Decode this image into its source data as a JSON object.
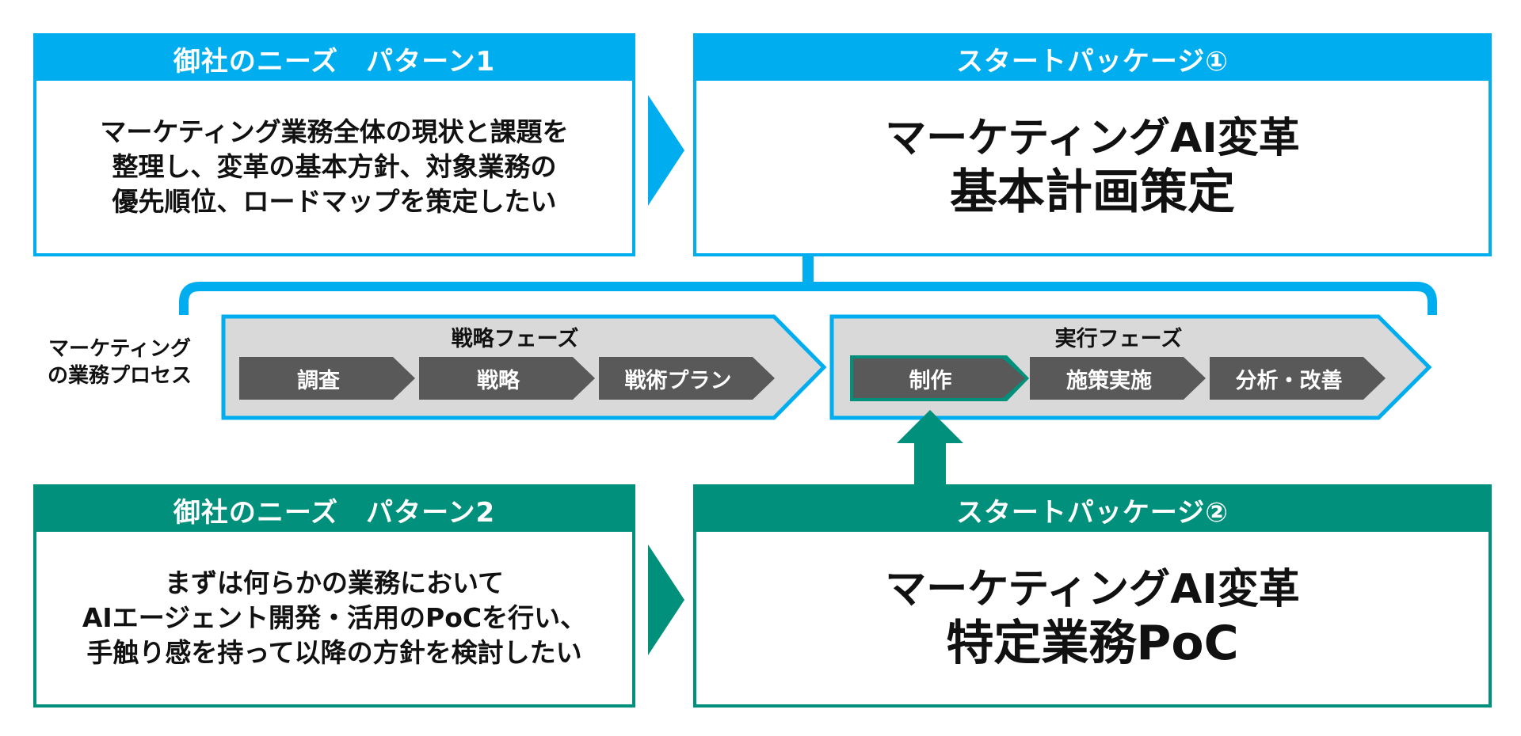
{
  "colors": {
    "blue": "#00aeef",
    "teal": "#00907c",
    "step_gray": "#595959",
    "phase_fill": "#d9d9d9"
  },
  "needs1": {
    "header": "御社のニーズ　パターン1",
    "lines": [
      "マーケティング業務全体の現状と課題を",
      "整理し、変革の基本方針、対象業務の",
      "優先順位、ロードマップを策定したい"
    ]
  },
  "package1": {
    "header": "スタートパッケージ①",
    "line1": "マーケティングAI変革",
    "line2": "基本計画策定"
  },
  "process": {
    "label_lines": [
      "マーケティング",
      "の業務プロセス"
    ],
    "strategy_phase": {
      "title": "戦略フェーズ",
      "steps": [
        "調査",
        "戦略",
        "戦術プラン"
      ]
    },
    "execution_phase": {
      "title": "実行フェーズ",
      "steps": [
        "制作",
        "施策実施",
        "分析・改善"
      ]
    }
  },
  "needs2": {
    "header": "御社のニーズ　パターン2",
    "lines": [
      "まずは何らかの業務において",
      "AIエージェント開発・活用のPoCを行い、",
      "手触り感を持って以降の方針を検討したい"
    ]
  },
  "package2": {
    "header": "スタートパッケージ②",
    "line1": "マーケティングAI変革",
    "line2": "特定業務PoC"
  }
}
